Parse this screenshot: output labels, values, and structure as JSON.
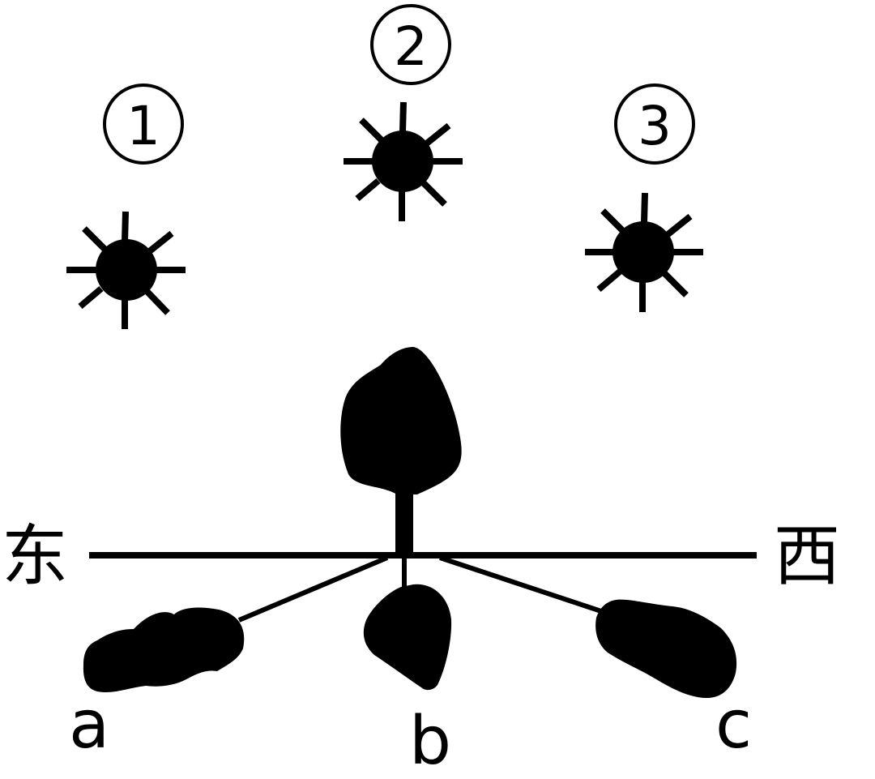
{
  "diagram": {
    "suns": [
      {
        "id": "1",
        "label": "①"
      },
      {
        "id": "2",
        "label": "②"
      },
      {
        "id": "3",
        "label": "③"
      }
    ],
    "directions": {
      "east": "东",
      "west": "西"
    },
    "shadows": [
      {
        "label": "a"
      },
      {
        "label": "b"
      },
      {
        "label": "c"
      }
    ],
    "colors": {
      "ink": "#000000",
      "background": "#ffffff"
    }
  }
}
